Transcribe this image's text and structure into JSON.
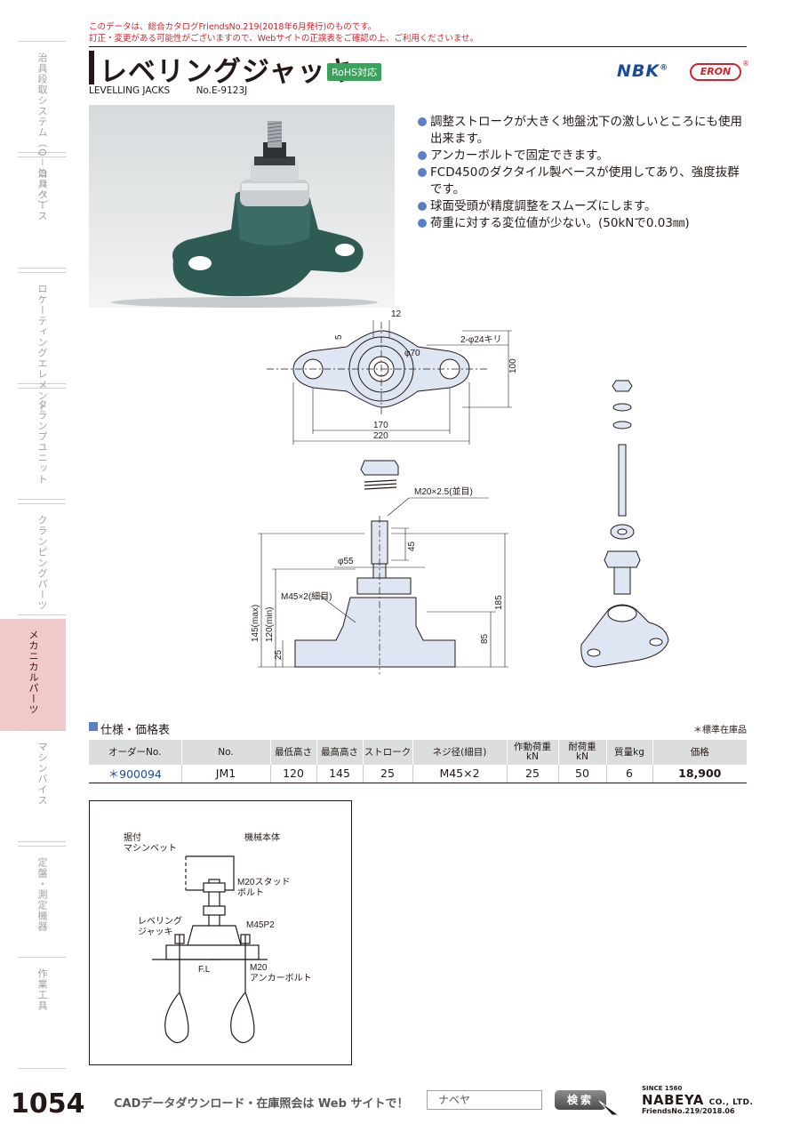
{
  "notice": {
    "line1": "このデータは、総合カタログFriendsNo.219(2018年6月発行)のものです。",
    "line2": "訂正・変更がある可能性がございますので、Webサイトの正誤表をご確認の上、ご利用くださいませ。"
  },
  "header": {
    "title": "レベリングジャッキ",
    "badge": "RoHS対応",
    "brand_nbk": "NBK",
    "brand_eron": "ERON",
    "reg_mark": "®",
    "subtitle_en": "LEVELLING JACKS",
    "subtitle_no": "No.E-9123J"
  },
  "features": [
    "調整ストロークが大きく地盤沈下の激しいところにも使用出来ます。",
    "アンカーボルトで固定できます。",
    "FCD450のダクタイル製ベースが使用してあり、強度抜群です。",
    "球面受頭が精度調整をスムーズにします。",
    "荷重に対する変位値が少ない。(50kNで0.03㎜)"
  ],
  "drawing": {
    "dim_12": "12",
    "dim_5": "5",
    "dim_phi70": "φ70",
    "holes": "2-φ24キリ",
    "dim_100": "100",
    "dim_170": "170",
    "dim_220": "220",
    "thread_top": "M20×2.5(並目)",
    "dim_45": "45",
    "dim_phi55": "φ55",
    "thread_body": "M45×2(細目)",
    "dim_145max": "145(max)",
    "dim_120min": "120(min)",
    "dim_25": "25",
    "dim_185": "185",
    "dim_85": "85"
  },
  "spec": {
    "title": "仕様・価格表",
    "note": "＊標準在庫品",
    "headers": [
      "オーダーNo.",
      "No.",
      "最低高さ",
      "最高高さ",
      "ストローク",
      "ネジ径(細目)",
      "作動荷重\nkN",
      "耐荷重\nkN",
      "質量kg",
      "価格"
    ],
    "rows": [
      {
        "order": "＊900094",
        "no": "JM1",
        "min": "120",
        "max": "145",
        "stroke": "25",
        "thread": "M45×2",
        "work_load": "25",
        "max_load": "50",
        "mass": "6",
        "price": "18,900"
      }
    ]
  },
  "install": {
    "label_base": "据付\nマシンベット",
    "label_body": "機械本体",
    "label_stud": "M20スタッド\nボルト",
    "label_jack": "レベリング\nジャッキ",
    "label_m45": "M45P2",
    "label_fl": "F.L",
    "label_anchor": "M20\nアンカーボルト"
  },
  "sidebar": [
    "治具段取システム（Q－ロック）",
    "治具ベース",
    "ロケーティングエレメント",
    "クランプユニット",
    "クランピングパーツ",
    "メカニカルパーツ",
    "マシンバイス",
    "定盤・測定機器",
    "作業工具"
  ],
  "footer": {
    "page": "1054",
    "cad_text": "CADデータダウンロード・在庫照会は Web サイトで！",
    "search_value": "ナベヤ",
    "search_button": "検索",
    "since": "SINCE 1560",
    "company": "NABEYA",
    "company_suffix": "CO., LTD.",
    "friends": "FriendsNo.219/2018.06"
  },
  "colors": {
    "accent_blue": "#5b7fc4",
    "rohs_green": "#3aa35b",
    "notice_red": "#d2232a",
    "active_tab": "#f2c9c9",
    "part_fill": "#dde6f2"
  }
}
